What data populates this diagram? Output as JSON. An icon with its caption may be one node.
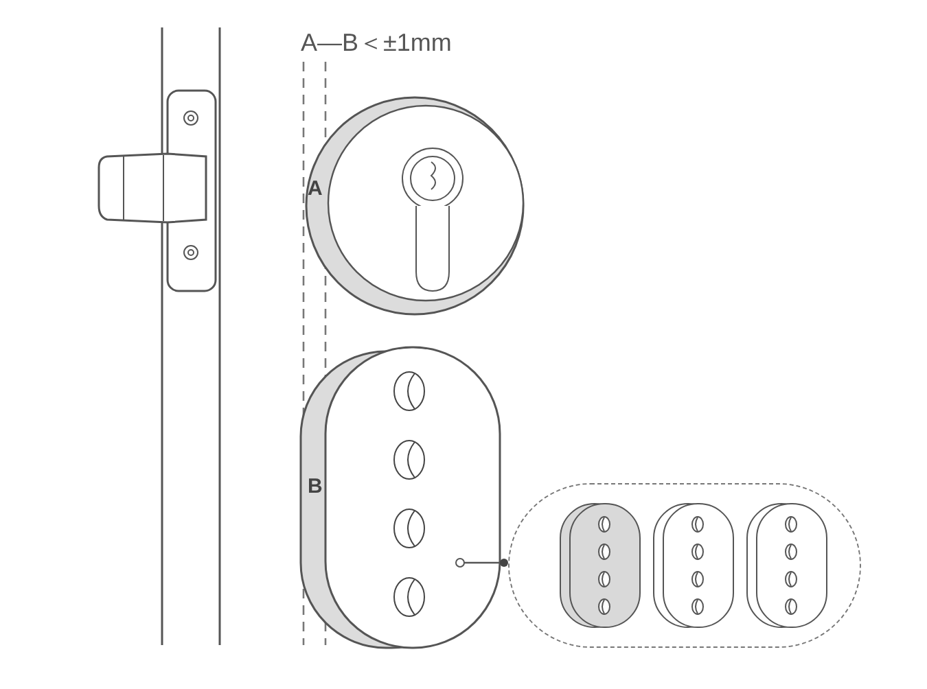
{
  "diagram": {
    "nodes": [
      {
        "text": [],
        "shape": "picture"
      },
      {
        "text": [],
        "shape": "box"
      }
    ],
    "edges": [
      {
        "from": 0,
        "to": 1,
        "arrow": "other"
      }
    ],
    "labels": [
      "A—B＜±1mm",
      "A",
      "B"
    ]
  }
}
